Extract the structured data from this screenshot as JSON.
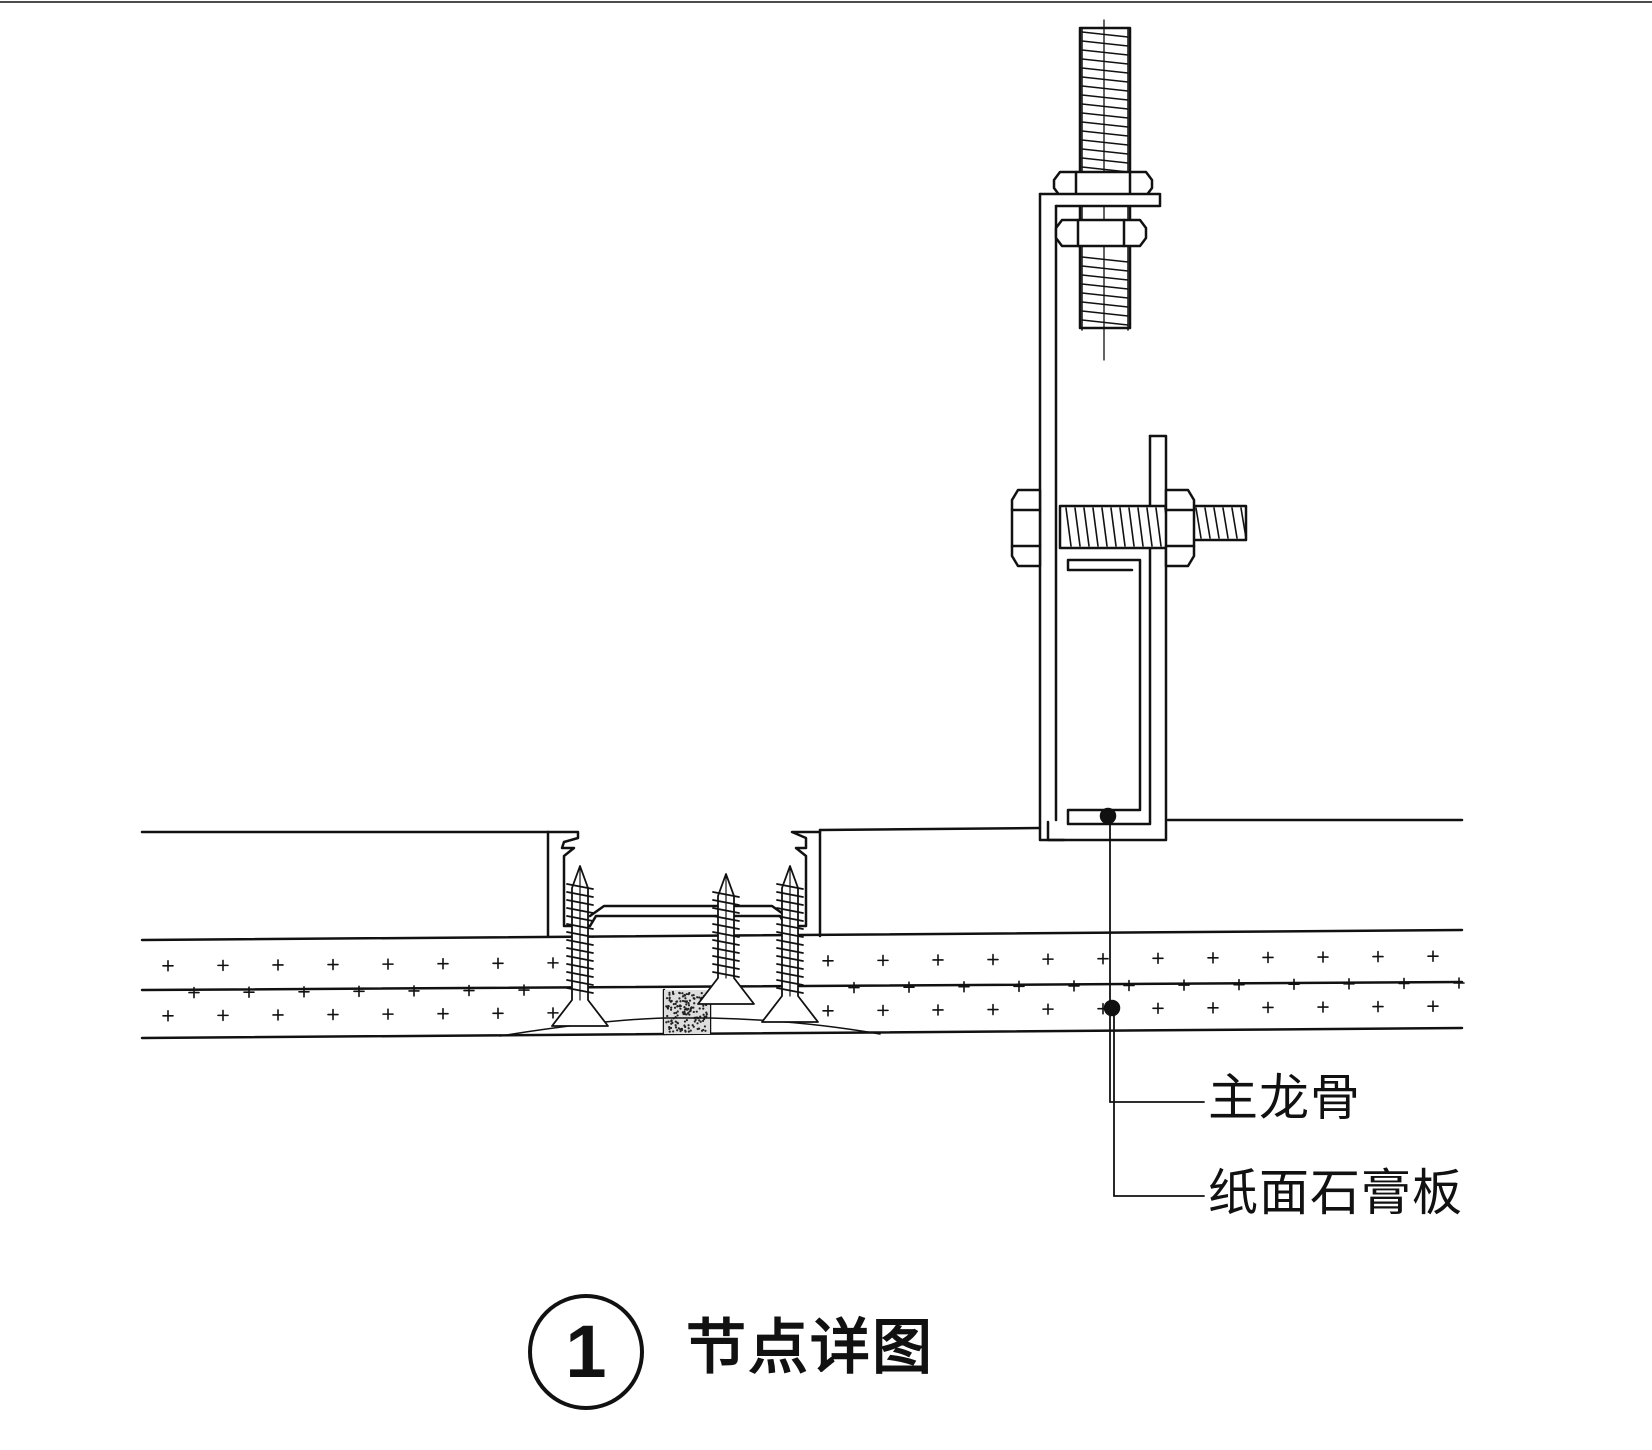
{
  "labels": {
    "main_keel": "主龙骨",
    "gypsum_board": "纸面石膏板"
  },
  "caption": {
    "number": "1",
    "title": "节点详图"
  },
  "colors": {
    "line": "#111111",
    "background": "#ffffff"
  }
}
